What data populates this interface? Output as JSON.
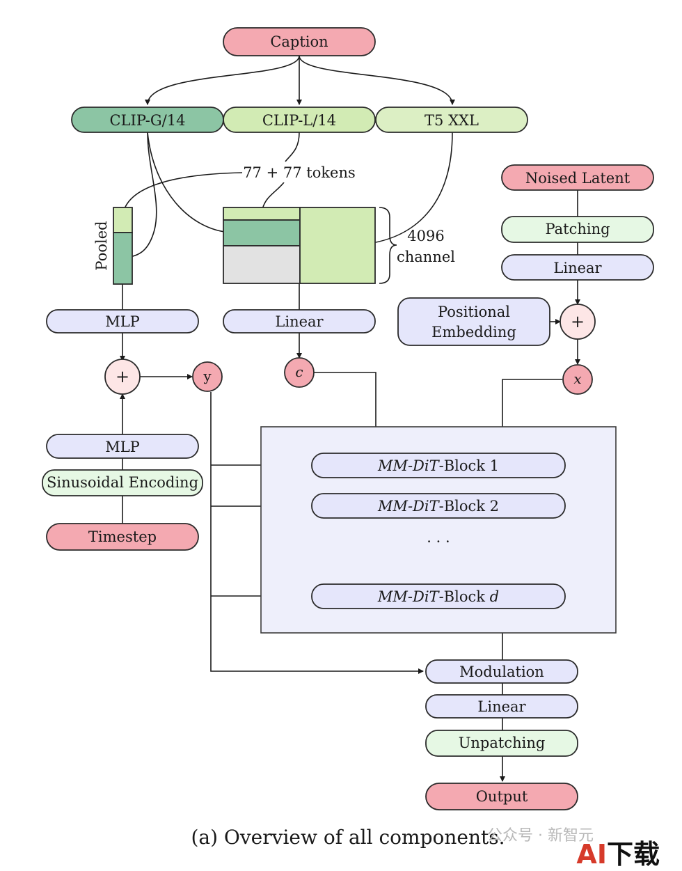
{
  "colors": {
    "pink": "#f4a9b1",
    "light_pink": "#fde6e6",
    "lavender": "#e5e6fb",
    "mint": "#e6f8e4",
    "dark_green": "#8cc5a4",
    "light_green": "#d2ebb4",
    "pale_green": "#dcefc4",
    "gray_fill": "#e2e2e2",
    "panel": "#eeeffb"
  },
  "nodes": {
    "caption": "Caption",
    "clip_g": "CLIP-G/14",
    "clip_l": "CLIP-L/14",
    "t5": "T5 XXL",
    "tokens": "77 + 77 tokens",
    "pooled": "Pooled",
    "channel_top": "4096",
    "channel_bottom": "channel",
    "mlp_top": "MLP",
    "linear_text": "Linear",
    "c": "c",
    "y": "y",
    "plus": "+",
    "mlp_bottom": "MLP",
    "sinusoidal": "Sinusoidal Encoding",
    "timestep": "Timestep",
    "noised_latent": "Noised Latent",
    "patching": "Patching",
    "linear_latent": "Linear",
    "pos_line1": "Positional",
    "pos_line2": "Embedding",
    "x": "x",
    "block1_italic": "MM-DiT",
    "block1_rest": "-Block 1",
    "block2_italic": "MM-DiT",
    "block2_rest": "-Block 2",
    "ellipsis": "· · ·",
    "blockd_italic": "MM-DiT",
    "blockd_rest": "-Block ",
    "blockd_var": "d",
    "modulation": "Modulation",
    "linear_out": "Linear",
    "unpatching": "Unpatching",
    "output": "Output"
  },
  "caption_text": "(a) Overview of all components.",
  "watermark": {
    "gray": "公众号 · 新智元",
    "accent": "AI",
    "rest": "下载"
  }
}
